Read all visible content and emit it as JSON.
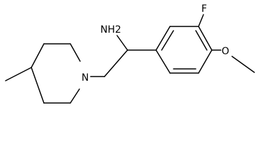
{
  "molecule": {
    "atoms": {
      "amine": "NH2",
      "fluorine": "F",
      "piperidine_nitrogen": "N",
      "methoxy_oxygen": "O"
    },
    "colors": {
      "bond": "#000000",
      "label": "#000000",
      "background": "#ffffff"
    }
  }
}
